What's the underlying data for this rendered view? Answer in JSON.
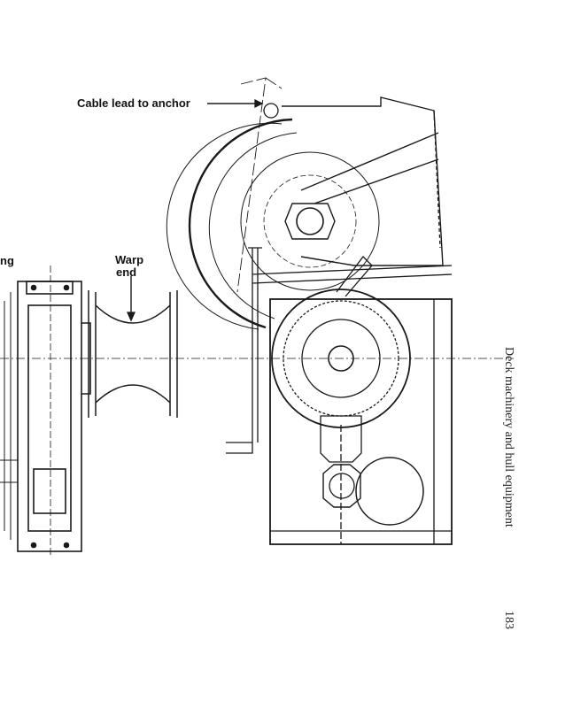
{
  "figure": {
    "labels": {
      "cable_lead": "Cable lead to anchor",
      "partial_left": "ng",
      "warp_line1": "Warp",
      "warp_line2": "end"
    }
  },
  "running_head": "Deck machinery and hull equipment",
  "page_number": "183",
  "colors": {
    "ink": "#1a1a1a",
    "paper": "#ffffff"
  }
}
